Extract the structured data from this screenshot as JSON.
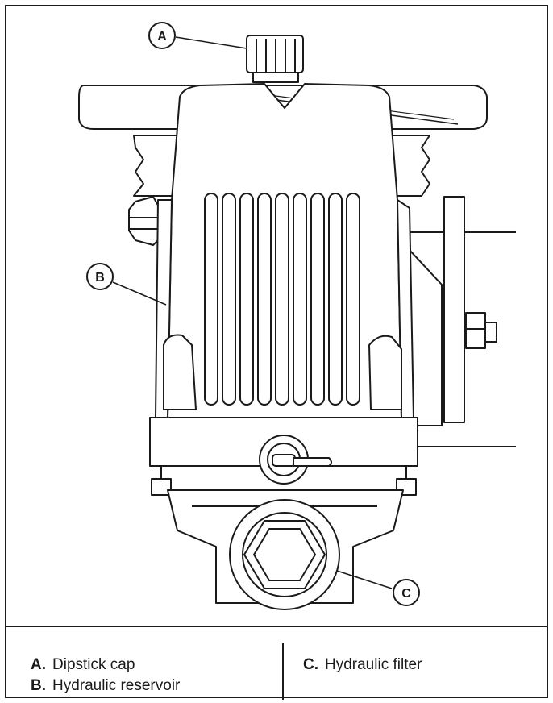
{
  "callouts": {
    "a": "A",
    "b": "B",
    "c": "C"
  },
  "legend": {
    "left": [
      {
        "key": "A.",
        "text": "Dipstick cap"
      },
      {
        "key": "B.",
        "text": "Hydraulic reservoir"
      }
    ],
    "right": [
      {
        "key": "C.",
        "text": "Hydraulic filter"
      }
    ]
  }
}
